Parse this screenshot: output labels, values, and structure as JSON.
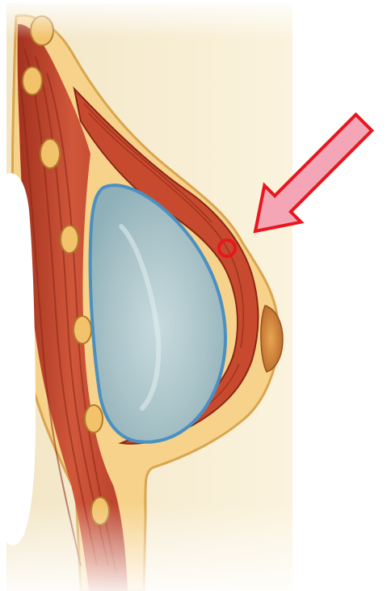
{
  "figure": {
    "subject": "breast-implant-cross-section",
    "layers": [
      "background-panel",
      "chest-wall-muscle",
      "ribs",
      "fatty-tissue",
      "pectoral-muscle-over-implant",
      "silicone-implant",
      "nipple-areola"
    ],
    "marker": {
      "shape": "circle",
      "icon": "target-circle-icon",
      "color": "#e8161e"
    },
    "arrow": {
      "icon": "arrow-down-left-icon",
      "fill": "#f4a6b6",
      "stroke": "#e8161e"
    }
  },
  "colors": {
    "background_panel": "#faf0d6",
    "fat": "#f7d28a",
    "fat_edge": "#d9a54e",
    "muscle": "#c84a2e",
    "muscle_dark": "#a3321f",
    "muscle_light": "#e07a55",
    "rib": "#f2c36b",
    "implant": "#a9c3c8",
    "implant_edge": "#4a90c2",
    "nipple": "#d9833a",
    "cutout": "#ffffff"
  }
}
